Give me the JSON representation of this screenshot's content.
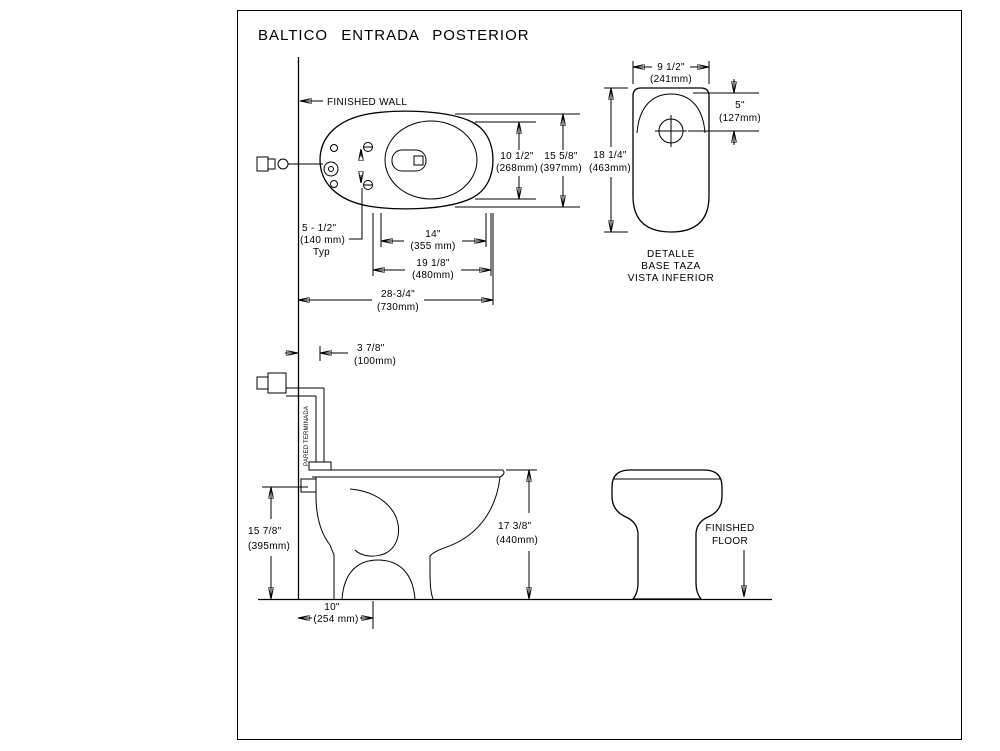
{
  "title": "BALTICO ENTRADA POSTERIOR",
  "labels": {
    "finished_wall": "FINISHED WALL",
    "pared_terminada": "PARED TERMINADA",
    "detail_caption_1": "DETALLE",
    "detail_caption_2": "BASE TAZA",
    "detail_caption_3": "VISTA INFERIOR",
    "finished_floor_1": "FINISHED",
    "finished_floor_2": "FLOOR"
  },
  "dimensions": {
    "bowl_water_width": {
      "in": "10 1/2\"",
      "mm": "(268mm)"
    },
    "bowl_rim_width": {
      "in": "15 5/8\"",
      "mm": "(397mm)"
    },
    "bolt_spacing": {
      "in": "5 - 1/2\"",
      "mm": "(140 mm)",
      "note": "Typ"
    },
    "water_length": {
      "in": "14\"",
      "mm": "(355 mm)"
    },
    "rim_length": {
      "in": "19 1/8\"",
      "mm": "(480mm)"
    },
    "wall_to_front": {
      "in": "28-3/4\"",
      "mm": "(730mm)"
    },
    "base_width": {
      "in": "9 1/2\"",
      "mm": "(241mm)"
    },
    "base_bolt_offset": {
      "in": "5\"",
      "mm": "(127mm)"
    },
    "base_length": {
      "in": "18 1/4\"",
      "mm": "(463mm)"
    },
    "inlet_offset": {
      "in": "3 7/8\"",
      "mm": "(100mm)"
    },
    "inlet_height": {
      "in": "15 7/8\"",
      "mm": "(395mm)"
    },
    "rim_height": {
      "in": "17 3/8\"",
      "mm": "(440mm)"
    },
    "rough_in": {
      "in": "10\"",
      "mm": "(254 mm)"
    }
  },
  "colors": {
    "line": "#000000",
    "background": "#ffffff"
  }
}
